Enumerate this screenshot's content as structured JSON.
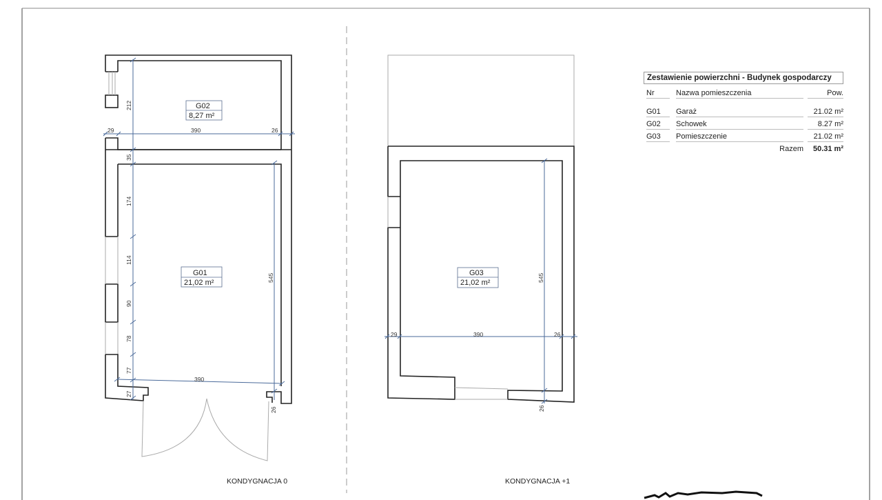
{
  "summary_table": {
    "title": "Zestawienie powierzchni - Budynek gospodarczy",
    "headers": {
      "nr": "Nr",
      "name": "Nazwa pomieszczenia",
      "area": "Pow."
    },
    "rows": [
      {
        "nr": "G01",
        "name": "Garaż",
        "area": "21.02 m²"
      },
      {
        "nr": "G02",
        "name": "Schowek",
        "area": "8.27 m²"
      },
      {
        "nr": "G03",
        "name": "Pomieszczenie",
        "area": "21.02 m²"
      }
    ],
    "total_label": "Razem",
    "total_value": "50.31 m²"
  },
  "rooms": {
    "g01": {
      "id": "G01",
      "area": "21,02 m²"
    },
    "g02": {
      "id": "G02",
      "area": "8,27 m²"
    },
    "g03": {
      "id": "G03",
      "area": "21,02 m²"
    }
  },
  "dimensions": {
    "left": {
      "d212": "212",
      "d29": "29",
      "d390a": "390",
      "d26a": "26",
      "d35": "35",
      "d174": "174",
      "d114": "114",
      "d90": "90",
      "d78": "78",
      "d77": "77",
      "d27": "27",
      "d390b": "390",
      "d545": "545",
      "d26b": "26"
    },
    "right": {
      "d29": "29",
      "d390": "390",
      "d26a": "26",
      "d545": "545",
      "d26b": "26"
    }
  },
  "floors": {
    "level0": "KONDYGNACJA 0",
    "level1": "KONDYGNACJA +1"
  },
  "colors": {
    "dimension": "#4a6a9a",
    "wall": "#222222"
  }
}
